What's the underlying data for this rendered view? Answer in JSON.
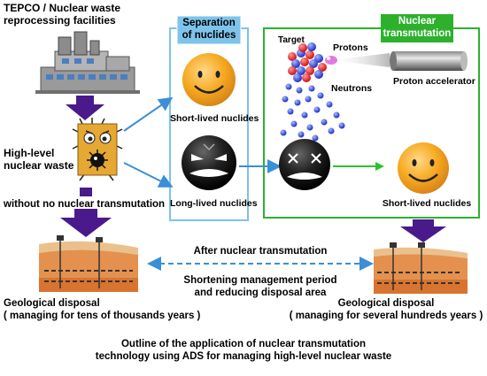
{
  "labels": {
    "tepco_line1": "TEPCO / Nuclear waste",
    "tepco_line2": "reprocessing facilities",
    "hlw_line1": "High-level",
    "hlw_line2": "nuclear waste",
    "without": "without no nuclear transmutation",
    "separation_line1": "Separation",
    "separation_line2": "of nuclides",
    "short_lived_left": "Short-lived nuclides",
    "long_lived": "Long-lived nuclides",
    "transmutation_line1": "Nuclear",
    "transmutation_line2": "transmutation",
    "target": "Target",
    "protons": "Protons",
    "neutrons": "Neutrons",
    "accelerator": "Proton accelerator",
    "short_lived_right": "Short-lived nuclides",
    "after": "After nuclear transmutation",
    "shortening_line1": "Shortening management period",
    "shortening_line2": "and reducing disposal area",
    "geo_left_line1": "Geological disposal",
    "geo_left_line2": "( managing for tens of thousands years )",
    "geo_right_line1": "Geological disposal",
    "geo_right_line2": "( managing for several hundreds years )",
    "caption_line1": "Outline of the application of nuclear transmutation",
    "caption_line2": "technology using ADS for managing high-level nuclear waste"
  },
  "colors": {
    "separation_box_border": "#7ec3ea",
    "separation_header_bg": "#7ec3ea",
    "transmutation_box_border": "#2db12d",
    "transmutation_header_bg": "#2db12d",
    "flow_arrow": "#3a8fd6",
    "green_arrow": "#2fc12f",
    "down_arrow": "#4a1a8c",
    "waste_box": "#e4a833",
    "smiley_face": "#f6a81e",
    "dark_face": "#111111",
    "ground_top": "#eac18c",
    "ground_mid": "#e4914f",
    "ground_deep": "#d8742f"
  },
  "icons": {
    "facility": "nuclear-facility-icon",
    "waste": "nuclear-waste-creature-icon",
    "happy": "smiley-face-icon",
    "angry": "angry-face-icon",
    "dead": "defeated-face-icon",
    "nucleus": "target-nucleus-icon",
    "accelerator": "proton-accelerator-tube-icon",
    "ground": "geological-layer-icon"
  }
}
